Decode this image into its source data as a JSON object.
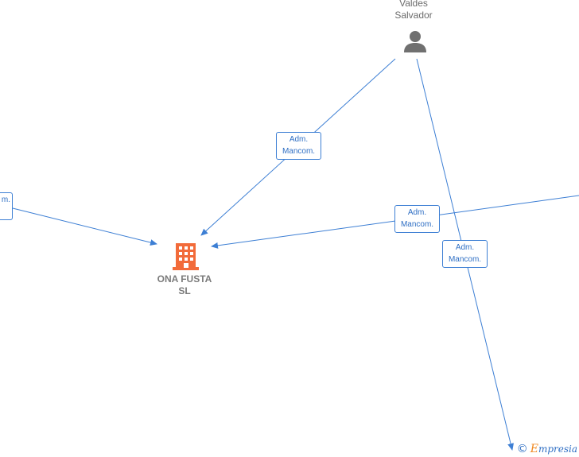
{
  "nodes": {
    "person": {
      "name_line1": "Valdes",
      "name_line2": "Salvador",
      "icon": "person-icon"
    },
    "company": {
      "name_line1": "ONA FUSTA",
      "name_line2": "SL",
      "icon": "building-icon"
    }
  },
  "relations": [
    {
      "line1": "Adm.",
      "line2": "Mancom."
    },
    {
      "line1": "Adm.",
      "line2": "Mancom."
    },
    {
      "line1": "Adm.",
      "line2": "Mancom."
    },
    {
      "line1": "",
      "line2": "m."
    }
  ],
  "watermark": {
    "symbol": "©",
    "brand_first": "E",
    "brand_rest": "mpresia"
  },
  "colors": {
    "edge": "#3d7fd4",
    "company": "#f26b3a",
    "person": "#707070"
  }
}
